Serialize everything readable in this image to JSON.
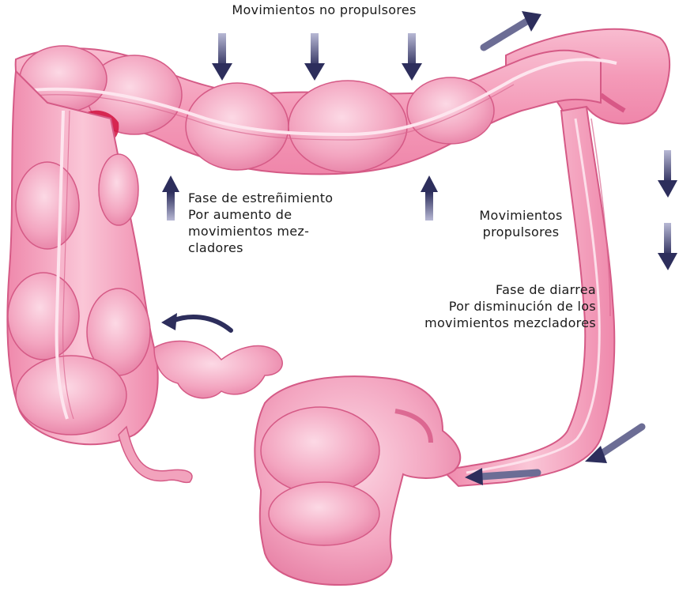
{
  "labels": {
    "top": "Movimientos no propulsores",
    "constipation": [
      "Fase de estreñimiento",
      "Por aumento de",
      "movimientos mez-",
      "cladores"
    ],
    "propulsive": [
      "Movimientos",
      "propulsores"
    ],
    "diarrhea": [
      "Fase de diarrea",
      "Por disminución de los",
      "movimientos mezcladores"
    ]
  },
  "colors": {
    "colon_fill": "#f2a3bd",
    "colon_light": "#fbd3e0",
    "colon_outline": "#d55a86",
    "colon_dark": "#c8336a",
    "flexure_red": "#d1123e",
    "arrow": "#2d2e5c",
    "text": "#1a1a1a"
  }
}
